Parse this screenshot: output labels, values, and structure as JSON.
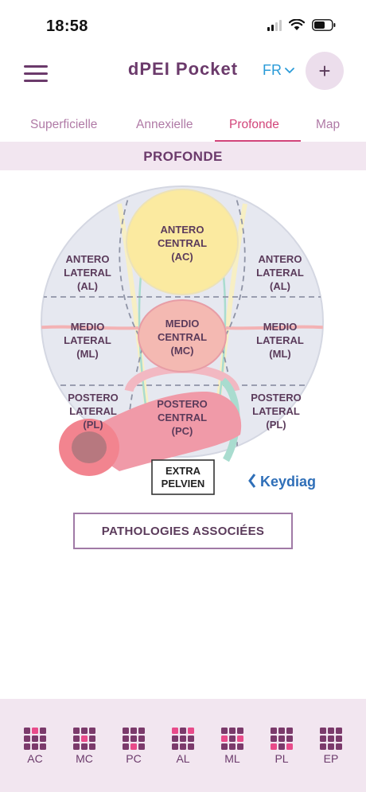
{
  "status_bar": {
    "time": "18:58"
  },
  "header": {
    "title": "dPEI Pocket",
    "language": "FR",
    "add_symbol": "+"
  },
  "tabs": [
    {
      "label": "Superficielle",
      "active": false
    },
    {
      "label": "Annexielle",
      "active": false
    },
    {
      "label": "Profonde",
      "active": true
    },
    {
      "label": "Map",
      "active": false
    }
  ],
  "section_title": "PROFONDE",
  "diagram": {
    "compartments": {
      "ac": [
        "ANTERO",
        "CENTRAL",
        "(AC)"
      ],
      "al_left": [
        "ANTERO",
        "LATERAL",
        "(AL)"
      ],
      "al_right": [
        "ANTERO",
        "LATERAL",
        "(AL)"
      ],
      "mc": [
        "MEDIO",
        "CENTRAL",
        "(MC)"
      ],
      "ml_left": [
        "MEDIO",
        "LATERAL",
        "(ML)"
      ],
      "ml_right": [
        "MEDIO",
        "LATERAL",
        "(ML)"
      ],
      "pc": [
        "POSTERO",
        "CENTRAL",
        "(PC)"
      ],
      "pl_left": [
        "POSTERO",
        "LATERAL",
        "(PL)"
      ],
      "pl_right": [
        "POSTERO",
        "LATERAL",
        "(PL)"
      ]
    },
    "extra": [
      "EXTRA",
      "PELVIEN"
    ],
    "brand": "Keydiag",
    "colors": {
      "ac_fill": "#fbeaa0",
      "mc_fill": "#f4b9b2",
      "pc_fill": "#f09aa8",
      "rectum": "#f2848f",
      "background": "#e6e8f0"
    }
  },
  "pathologies_button": "PATHOLOGIES ASSOCIÉES",
  "bottom_nav": [
    {
      "label": "AC",
      "highlight": [
        1
      ]
    },
    {
      "label": "MC",
      "highlight": [
        4
      ]
    },
    {
      "label": "PC",
      "highlight": [
        7
      ]
    },
    {
      "label": "AL",
      "highlight": [
        0,
        2
      ]
    },
    {
      "label": "ML",
      "highlight": [
        3,
        5
      ]
    },
    {
      "label": "PL",
      "highlight": [
        6,
        8
      ]
    },
    {
      "label": "EP",
      "highlight": []
    }
  ]
}
